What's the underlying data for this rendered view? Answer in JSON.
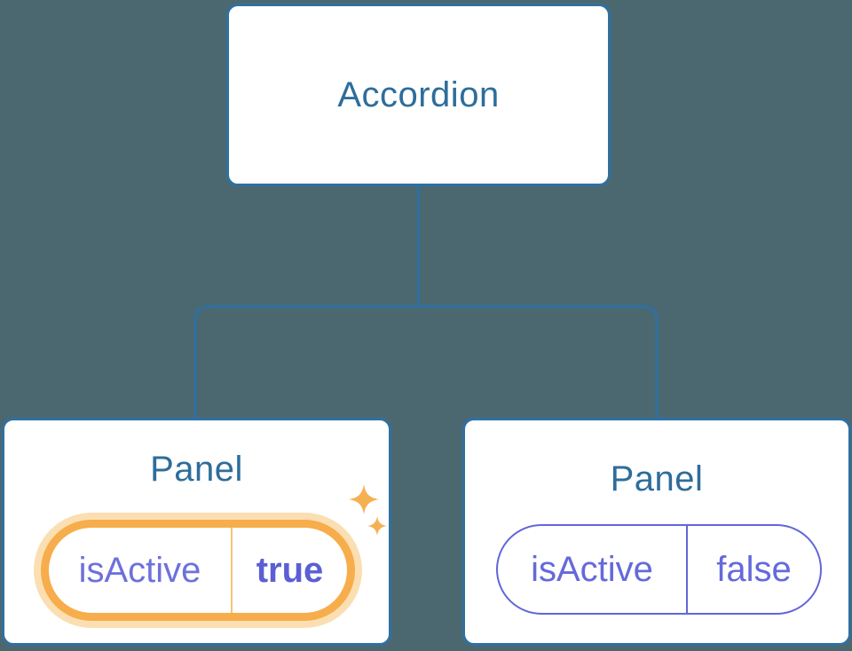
{
  "diagram": {
    "root": {
      "label": "Accordion"
    },
    "children": [
      {
        "title": "Panel",
        "state": {
          "name": "isActive",
          "value": "true"
        },
        "highlighted": true
      },
      {
        "title": "Panel",
        "state": {
          "name": "isActive",
          "value": "false"
        },
        "highlighted": false
      }
    ]
  },
  "icons": [
    {
      "name": "sparkle-icon-large",
      "meaning": "state just updated / highlighted"
    },
    {
      "name": "sparkle-icon-small",
      "meaning": "state just updated / highlighted"
    }
  ],
  "colors": {
    "background": "#4B6871",
    "node_fill": "#FFFFFF",
    "node_border_blue": "#2F70A1",
    "node_text_blue": "#2E6D9B",
    "connector_blue": "#2F70A1",
    "state_text_purple": "#6D71DB",
    "state_value_purple": "#5B5FD3",
    "state_border_purple": "#6366D9",
    "highlight_orange": "#F7AD4B",
    "highlight_glow_orange": "#FBDFB2",
    "divider_orange": "#F8C377",
    "sparkle_orange": "#F6B054"
  }
}
